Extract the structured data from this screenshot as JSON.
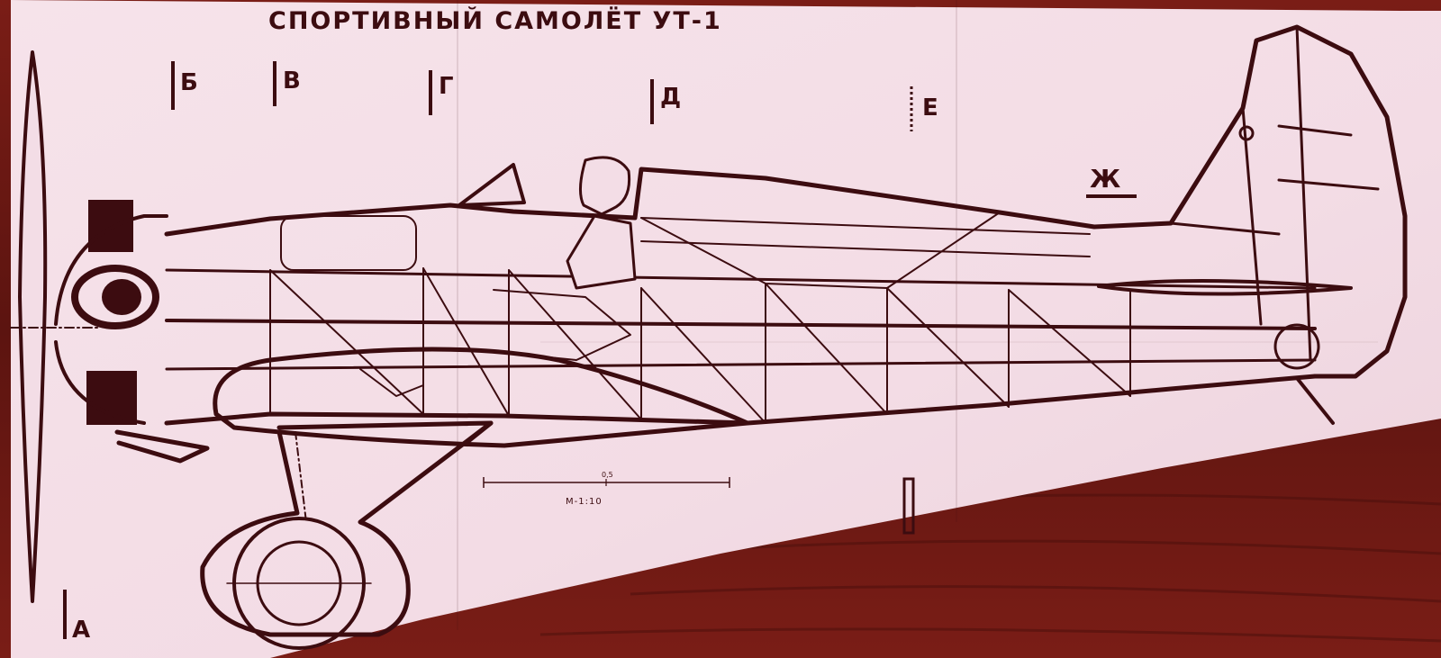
{
  "drawing": {
    "title": "СПОРТИВНЫЙ САМОЛЁТ УТ-1",
    "sections": [
      "А",
      "Б",
      "В",
      "Г",
      "Д",
      "Е",
      "Ж"
    ],
    "scale_label": "М-1:10",
    "scale_tick": "0,5"
  },
  "colors": {
    "paper": "#f3dde6",
    "ink": "#3c0c10",
    "table": "#6e1a14",
    "table_dark": "#4a0f0c"
  }
}
